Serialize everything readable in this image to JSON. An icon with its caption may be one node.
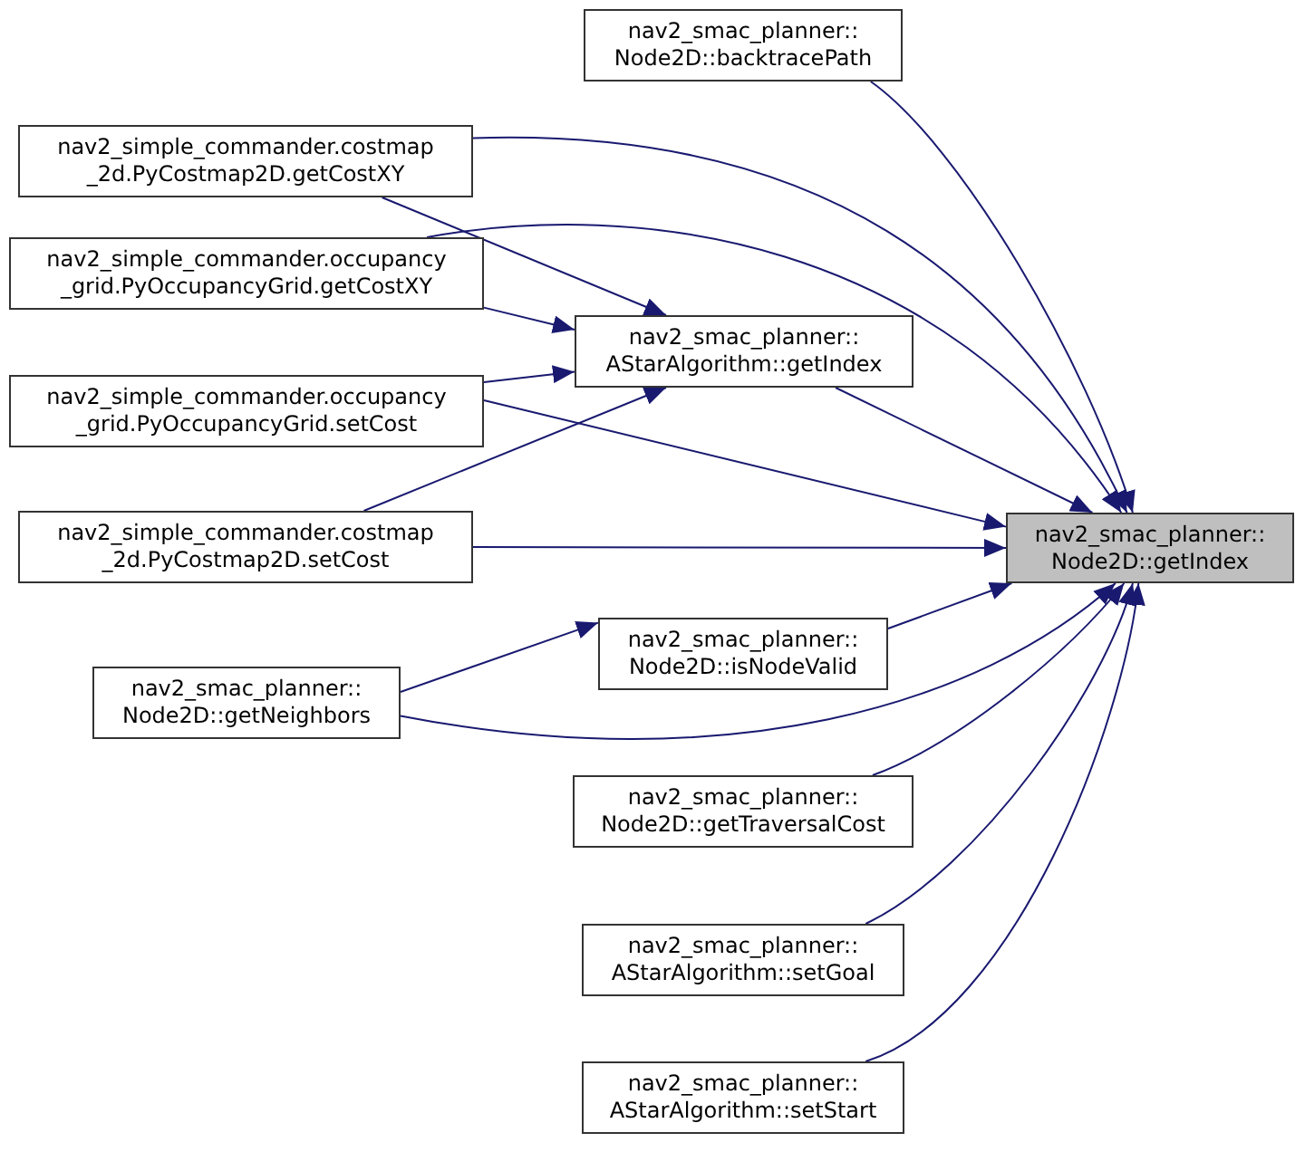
{
  "diagram": {
    "nodes": [
      {
        "text": [
          "nav2_smac_planner:: Node2D::backtracePath"
        ]
      },
      {
        "text": [
          "nav2_simple_commander.costmap _2d.PyCostmap2D.getCostXY"
        ]
      },
      {
        "text": [
          "nav2_simple_commander.occupancy _grid.PyOccupancyGrid.getCostXY"
        ]
      },
      {
        "text": [
          "nav2_smac_planner:: AStarAlgorithm::getIndex"
        ]
      },
      {
        "text": [
          "nav2_simple_commander.occupancy _grid.PyOccupancyGrid.setCost"
        ]
      },
      {
        "text": [
          "nav2_simple_commander.costmap _2d.PyCostmap2D.setCost"
        ]
      },
      {
        "text": [
          "nav2_smac_planner:: Node2D::getIndex"
        ]
      },
      {
        "text": [
          "nav2_smac_planner:: Node2D::isNodeValid"
        ]
      },
      {
        "text": [
          "nav2_smac_planner:: Node2D::getNeighbors"
        ]
      },
      {
        "text": [
          "nav2_smac_planner:: Node2D::getTraversalCost"
        ]
      },
      {
        "text": [
          "nav2_smac_planner:: AStarAlgorithm::setGoal"
        ]
      },
      {
        "text": [
          "nav2_smac_planner:: AStarAlgorithm::setStart"
        ]
      }
    ],
    "edges": [
      {
        "from": 0,
        "to": 6,
        "arrow": "to"
      },
      {
        "from": 1,
        "to": 6,
        "arrow": "to"
      },
      {
        "from": 1,
        "to": 3,
        "arrow": "to"
      },
      {
        "from": 2,
        "to": 6,
        "arrow": "to"
      },
      {
        "from": 2,
        "to": 3,
        "arrow": "to"
      },
      {
        "from": 3,
        "to": 6,
        "arrow": "to"
      },
      {
        "from": 4,
        "to": 3,
        "arrow": "to"
      },
      {
        "from": 4,
        "to": 6,
        "arrow": "to"
      },
      {
        "from": 5,
        "to": 3,
        "arrow": "to"
      },
      {
        "from": 5,
        "to": 6,
        "arrow": "to"
      },
      {
        "from": 7,
        "to": 6,
        "arrow": "to"
      },
      {
        "from": 8,
        "to": 7,
        "arrow": "to"
      },
      {
        "from": 8,
        "to": 6,
        "arrow": "to"
      },
      {
        "from": 9,
        "to": 6,
        "arrow": "to"
      },
      {
        "from": 10,
        "to": 6,
        "arrow": "to"
      },
      {
        "from": 11,
        "to": 6,
        "arrow": "to"
      }
    ]
  }
}
